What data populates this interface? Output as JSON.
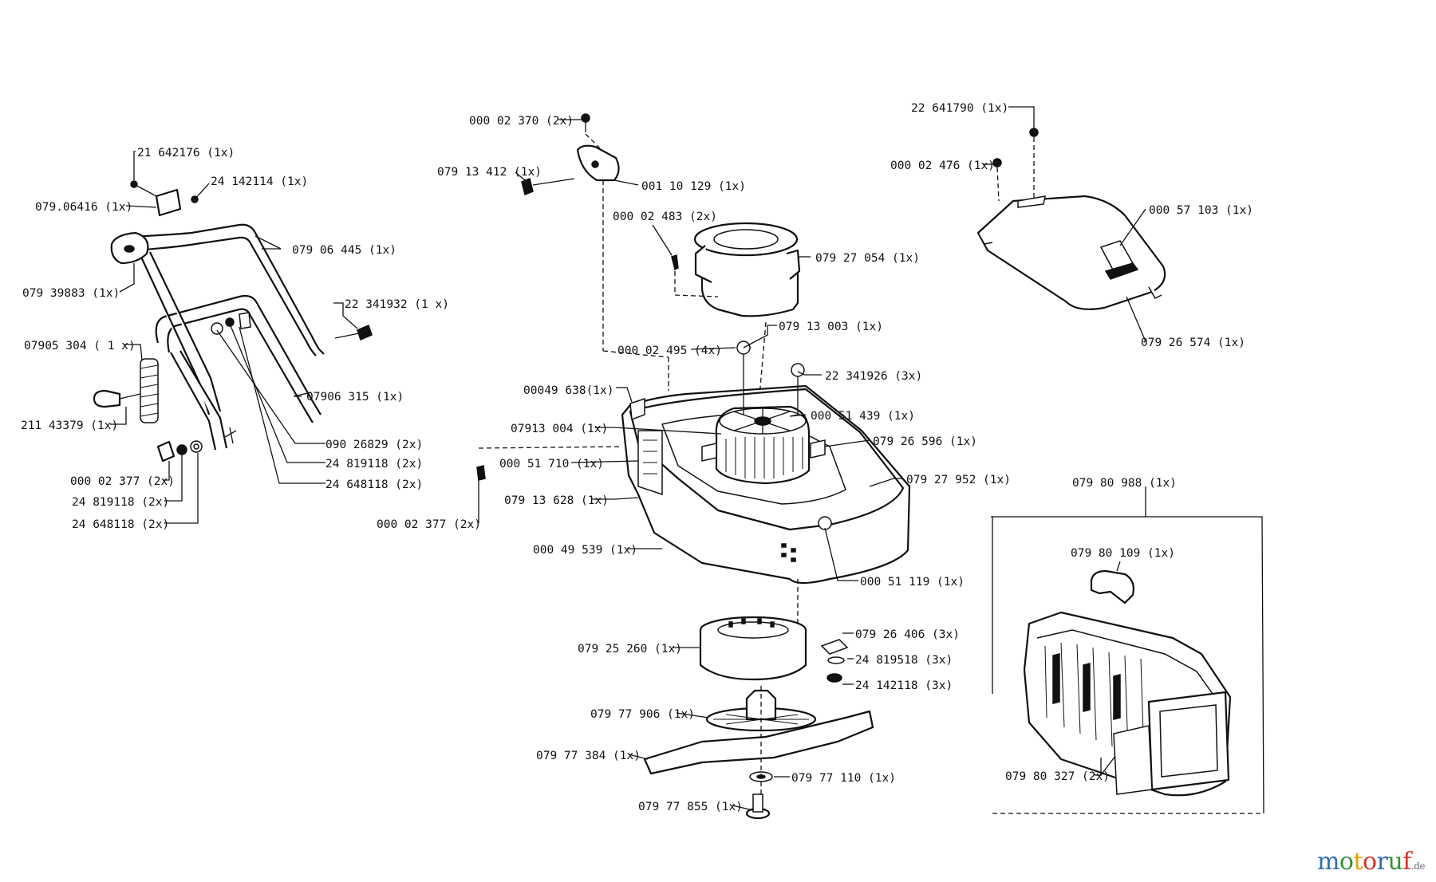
{
  "logo": {
    "text": "motoruf",
    "suffix": ".de",
    "colors": [
      "#2f6fb5",
      "#3b8f3b",
      "#e0a100",
      "#d2372b",
      "#2f6fb5",
      "#3b8f3b",
      "#d2372b"
    ]
  },
  "labels": {
    "p21642176": "21 642176  (1x)",
    "p24142114": "24 142114  (1x)",
    "p07906416": "079.06416  (1x)",
    "p07906445": "079 06 445  (1x)",
    "p07939883": "079 39883 (1x)",
    "p2234193": "22 341932  (1 x)",
    "p07905304": "07905 304  ( 1 x)",
    "p07906315": "07906 315  (1x)",
    "p21143379": "211 43379 (1x)",
    "p09026829": "090 26829  (2x)",
    "p00002377a": "000 02 377  (2x)",
    "p24819118a": "24 819118  (2x)",
    "p24648118a": "24 648118  (2x)",
    "p24819118b": "24 819118  (2x)",
    "p24648118b": "24 648118  (2x)",
    "p00002370": "000 02 370  (2x)",
    "p07913412": "079 13 412  (1x)",
    "p00110129": "001 10 129  (1x)",
    "p00002483": "000 02 483  (2x)",
    "p07927054": "079 27 054  (1x)",
    "p07913003": "079 13 003  (1x)",
    "p00002495": "000 02 495  (4x)",
    "p22341926": "22 341926  (3x)",
    "p00049638": "00049 638(1x)",
    "p00051439": "000 51 439  (1x)",
    "p07913004": "07913 004  (1x)",
    "p07926596": "079 26 596 (1x)",
    "p00051710": "000 51 710  (1x)",
    "p07927952": "079 27 952  (1x)",
    "p07913628": "079 13 628  (1x)",
    "p00002377b": "000 02 377 (2x)",
    "p00049539": "000 49 539  (1x)",
    "p00051119": "000 51 119  (1x)",
    "p22641790": "22 641790  (1x)",
    "p00002476": "000 02 476  (1x)",
    "p00057103": "000  57 103  (1x)",
    "p07926574": "079 26 574  (1x)",
    "p07980988": "079 80 988 (1x)",
    "p07980109": "079 80 109  (1x)",
    "p07980327": "079 80 327  (2x)",
    "p07925260": "079 25 260  (1x)",
    "p07926406": "079 26 406  (3x)",
    "p24819518": "24 819518  (3x)",
    "p24142118": "24 142118  (3x)",
    "p07977906": "079 77 906  (1x)",
    "p07977384": "079 77 384  (1x)",
    "p07977110": "079 77 110  (1x)",
    "p07977855": "079 77 855  (1x)"
  }
}
